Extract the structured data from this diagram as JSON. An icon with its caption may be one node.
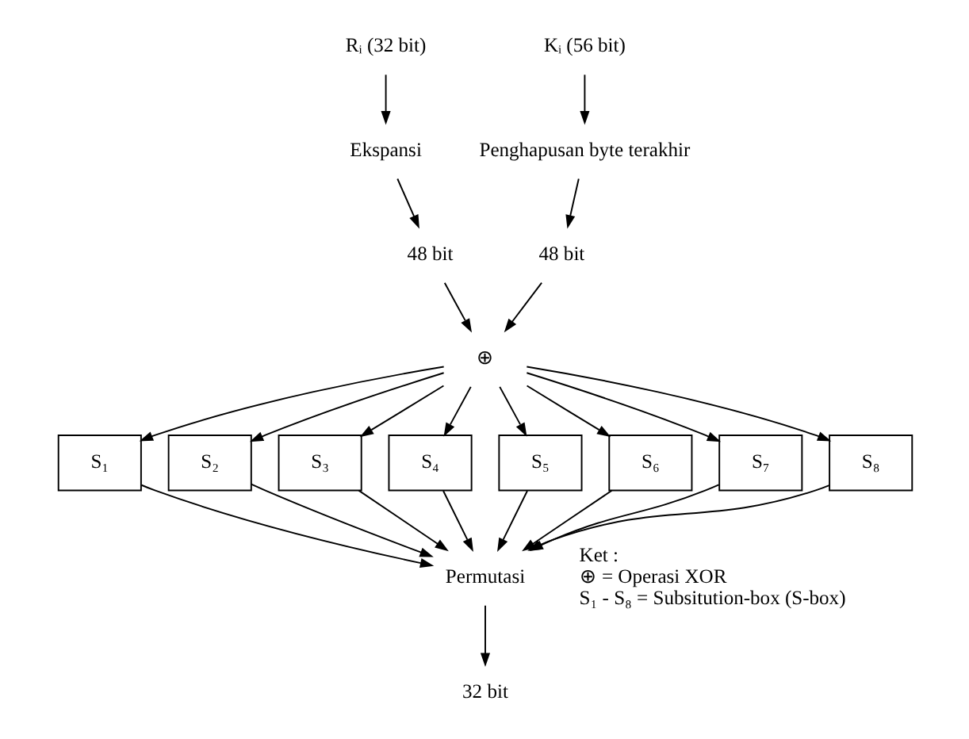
{
  "diagram": {
    "nodes": [
      {
        "text": [
          "Rᵢ (32 bit)"
        ]
      },
      {
        "text": [
          "Ekspansi"
        ]
      },
      {
        "text": [
          "48 bit"
        ]
      },
      {
        "text": [
          "Kᵢ (56 bit)"
        ]
      },
      {
        "text": [
          "Penghapusan byte terakhir"
        ]
      },
      {
        "text": [
          "48 bit"
        ]
      },
      {
        "text": [
          "⊕"
        ]
      },
      {
        "text": [
          "S₁"
        ]
      },
      {
        "text": [
          "S₂"
        ]
      },
      {
        "text": [
          "S₃"
        ]
      },
      {
        "text": [
          "S₄"
        ]
      },
      {
        "text": [
          "S₅"
        ]
      },
      {
        "text": [
          "S₆"
        ]
      },
      {
        "text": [
          "S₇"
        ]
      },
      {
        "text": [
          "S₈"
        ]
      },
      {
        "text": [
          "Permutasi"
        ]
      },
      {
        "text": [
          "32 bit"
        ]
      }
    ],
    "edges": [
      {
        "from": 0,
        "to": 1,
        "arrow": "to"
      },
      {
        "from": 1,
        "to": 2,
        "arrow": "to"
      },
      {
        "from": 3,
        "to": 4,
        "arrow": "to"
      },
      {
        "from": 4,
        "to": 5,
        "arrow": "to"
      },
      {
        "from": 2,
        "to": 6,
        "arrow": "to"
      },
      {
        "from": 5,
        "to": 6,
        "arrow": "to"
      },
      {
        "from": 6,
        "to": 7,
        "arrow": "to"
      },
      {
        "from": 6,
        "to": 8,
        "arrow": "to"
      },
      {
        "from": 6,
        "to": 9,
        "arrow": "to"
      },
      {
        "from": 6,
        "to": 10,
        "arrow": "to"
      },
      {
        "from": 6,
        "to": 11,
        "arrow": "to"
      },
      {
        "from": 6,
        "to": 12,
        "arrow": "to"
      },
      {
        "from": 6,
        "to": 13,
        "arrow": "to"
      },
      {
        "from": 6,
        "to": 14,
        "arrow": "to"
      },
      {
        "from": 7,
        "to": 15,
        "arrow": "to"
      },
      {
        "from": 8,
        "to": 15,
        "arrow": "to"
      },
      {
        "from": 9,
        "to": 15,
        "arrow": "to"
      },
      {
        "from": 10,
        "to": 15,
        "arrow": "to"
      },
      {
        "from": 11,
        "to": 15,
        "arrow": "to"
      },
      {
        "from": 12,
        "to": 15,
        "arrow": "to"
      },
      {
        "from": 13,
        "to": 15,
        "arrow": "to"
      },
      {
        "from": 14,
        "to": 15,
        "arrow": "to"
      },
      {
        "from": 15,
        "to": 16,
        "arrow": "to"
      }
    ],
    "labels": [
      "Ket :",
      "⊕ = Operasi XOR",
      "S₁ - S₈ = Subsitution-box (S-box)"
    ]
  }
}
